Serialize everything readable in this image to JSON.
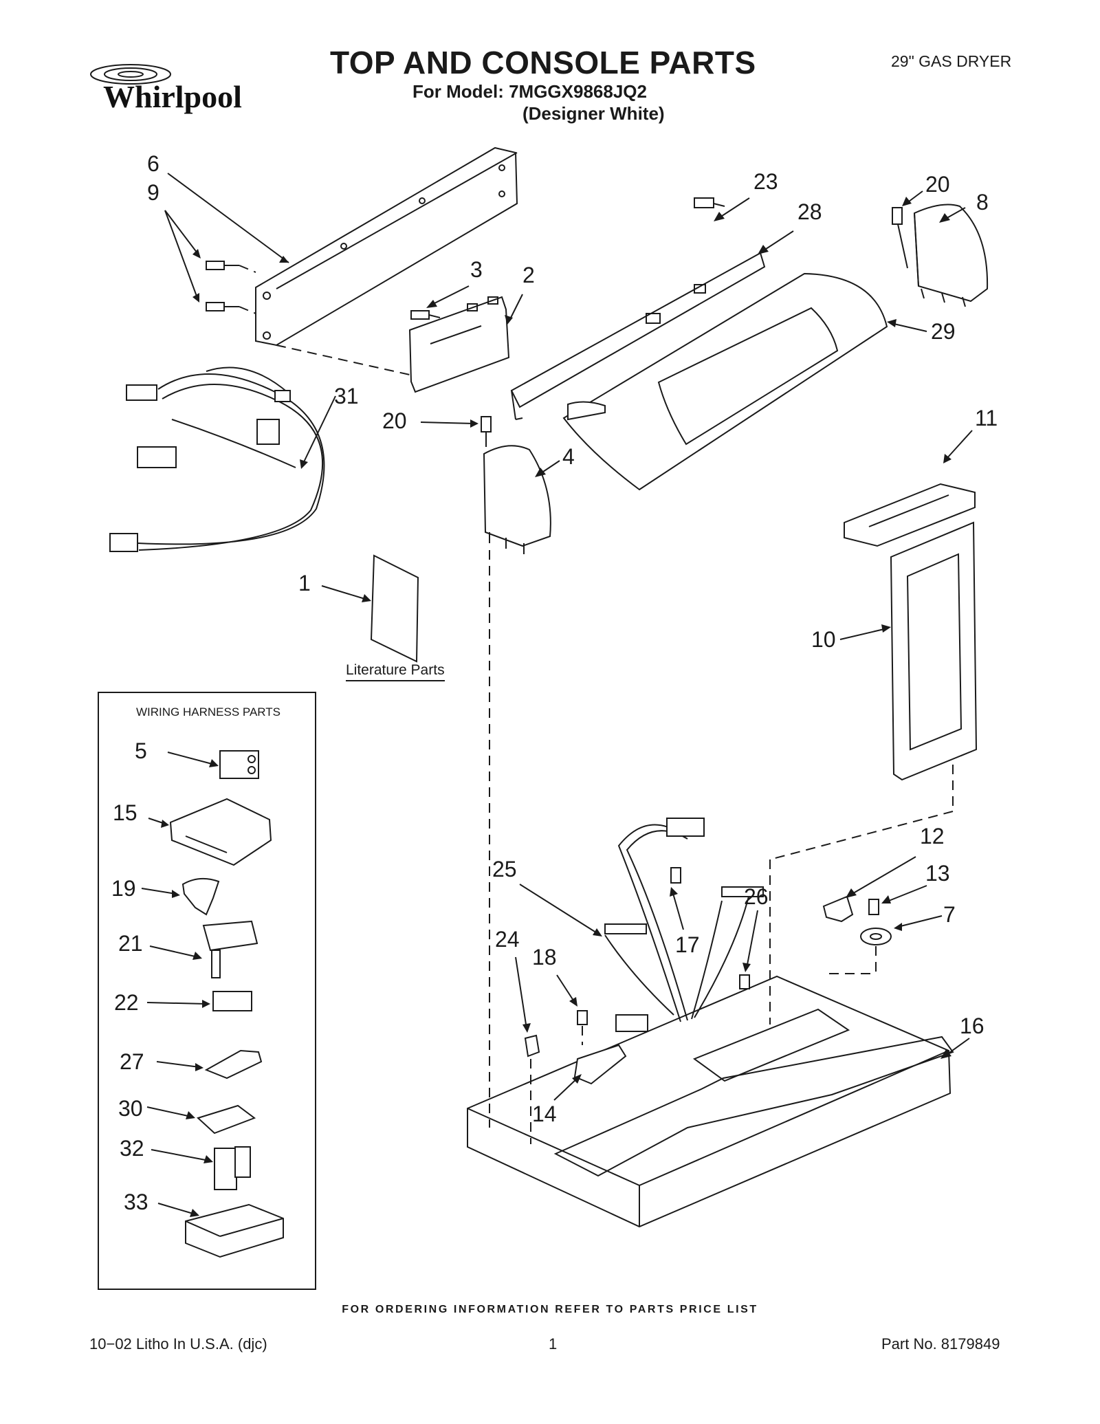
{
  "header": {
    "brand": "Whirlpool",
    "title": "TOP AND CONSOLE PARTS",
    "model_line": "For Model: 7MGGX9868JQ2",
    "color_line": "(Designer White)",
    "product_type": "29\" GAS DRYER"
  },
  "callouts": {
    "c1": "1",
    "c2": "2",
    "c3": "3",
    "c4": "4",
    "c6": "6",
    "c7": "7",
    "c8": "8",
    "c9": "9",
    "c10": "10",
    "c11": "11",
    "c12": "12",
    "c13": "13",
    "c14": "14",
    "c16": "16",
    "c17": "17",
    "c18": "18",
    "c20a": "20",
    "c20b": "20",
    "c23": "23",
    "c24": "24",
    "c25": "25",
    "c26": "26",
    "c28": "28",
    "c29": "29",
    "c31": "31"
  },
  "literature": {
    "label": "Literature Parts"
  },
  "harness": {
    "title": "WIRING HARNESS PARTS",
    "items": [
      "5",
      "15",
      "19",
      "21",
      "22",
      "27",
      "30",
      "32",
      "33"
    ]
  },
  "footer": {
    "ordering_note": "FOR ORDERING INFORMATION REFER TO PARTS PRICE LIST",
    "print_info": "10−02 Litho In U.S.A. (djc)",
    "page_number": "1",
    "part_number": "Part No. 8179849"
  },
  "colors": {
    "ink": "#1a1a1a",
    "paper": "#ffffff"
  }
}
